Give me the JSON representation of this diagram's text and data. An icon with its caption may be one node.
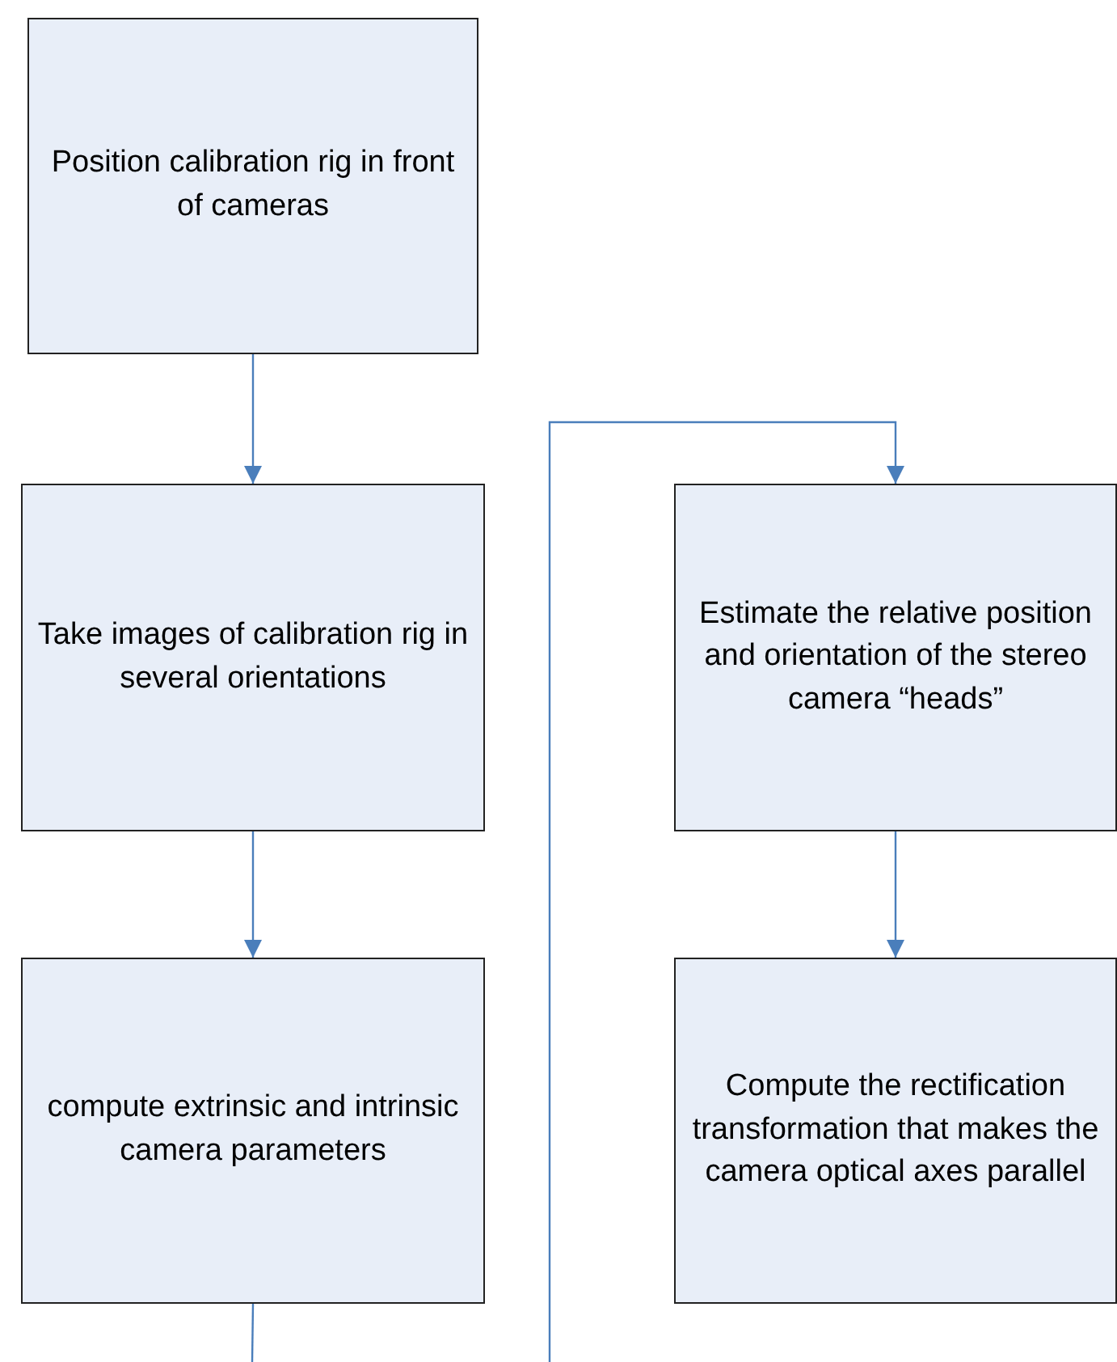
{
  "diagram": {
    "nodes": [
      {
        "text": [
          "Position calibration rig in front of cameras"
        ]
      },
      {
        "text": [
          "Take images of calibration rig in several orientations"
        ]
      },
      {
        "text": [
          "compute extrinsic and intrinsic camera parameters"
        ]
      },
      {
        "text": [
          "Estimate the relative position and orientation of the stereo camera “heads”"
        ]
      },
      {
        "text": [
          "Compute the rectification transformation that makes the camera optical axes parallel"
        ]
      }
    ],
    "edges": [
      {
        "from": 0,
        "to": 1,
        "arrow": "to"
      },
      {
        "from": 1,
        "to": 2,
        "arrow": "to"
      },
      {
        "from": 2,
        "to": null,
        "arrow": "none"
      },
      {
        "from": null,
        "to": 3,
        "arrow": "to"
      },
      {
        "from": 3,
        "to": 4,
        "arrow": "to"
      }
    ]
  }
}
